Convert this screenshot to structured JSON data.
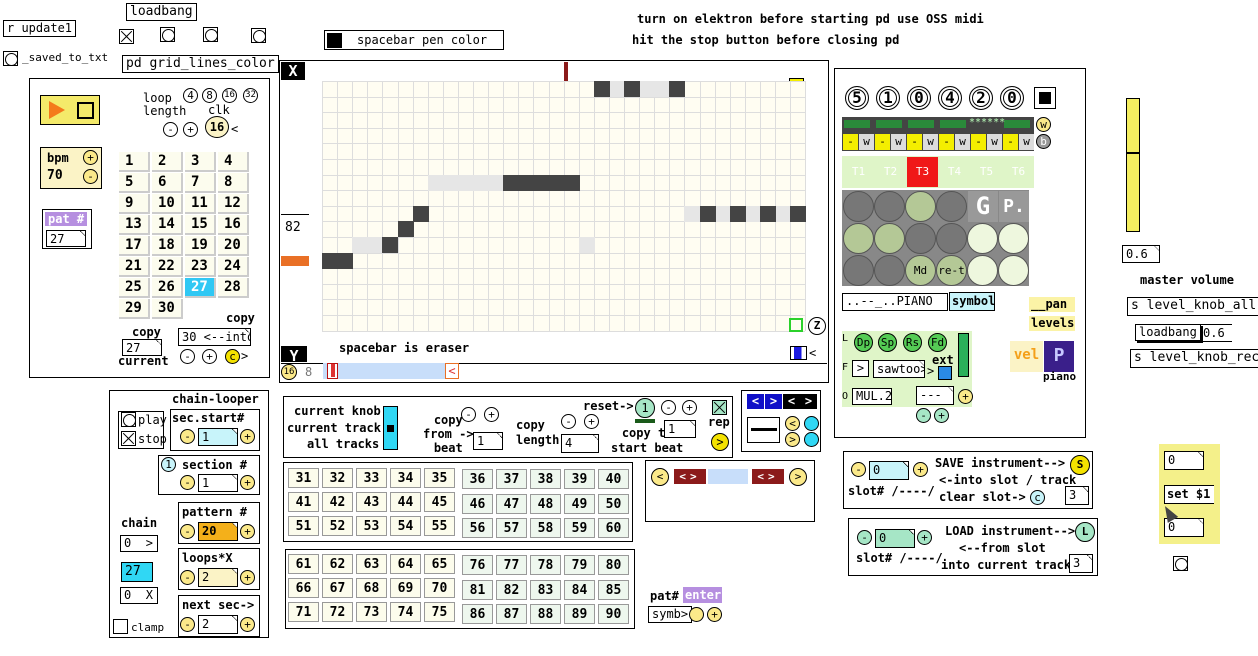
{
  "top": {
    "r_update": "r update1",
    "saved_to_txt": "_saved_to_txt",
    "loadbang": "loadbang",
    "grid_lines": "pd grid_lines_color",
    "pen_color": "spacebar pen color",
    "note1": "turn on elektron before starting pd use OSS midi",
    "note2": "hit the stop button before closing pd"
  },
  "transport": {
    "loop_length": "loop\nlength",
    "loop_opts": [
      "4",
      "8",
      "16",
      "32"
    ],
    "clk": "clk",
    "clk_val": "16",
    "clk_arrow": "<",
    "minus": "-",
    "plus": "+",
    "bpm_label": "bpm",
    "bpm": "70",
    "pat_label": "pat #",
    "pat_value": "27",
    "patterns": [
      "1",
      "2",
      "3",
      "4",
      "5",
      "6",
      "7",
      "8",
      "9",
      "10",
      "11",
      "12",
      "13",
      "14",
      "15",
      "16",
      "17",
      "18",
      "19",
      "20",
      "21",
      "22",
      "23",
      "24",
      "25",
      "26",
      "27",
      "28",
      "29",
      "30"
    ],
    "selected_pattern": "27",
    "copy": "copy",
    "copy2": "copy",
    "copy_current": "27",
    "current": "current",
    "into_val": "30 <--into",
    "c": "c",
    "c_arrow": ">"
  },
  "grid": {
    "x_label": "X",
    "y_label": "Y",
    "side_value": "82",
    "z": "Z",
    "eraser": "spacebar is eraser",
    "bottom_circle": "16",
    "bottom_num": "8",
    "bottom_arrow": "<",
    "right_arrow": "<"
  },
  "chain": {
    "title": "chain-looper",
    "play": "play",
    "stop": "stop",
    "sec_start": "sec.start#",
    "sec_start_val": "1",
    "section": "section #",
    "section_val": "1",
    "chain": "chain",
    "chain_val": "0",
    "chain_arrow": ">",
    "pattern_label": "pattern #",
    "pattern_val": "20",
    "chain_pattern": "27",
    "loops": "loops*X",
    "loops_val": "2",
    "x_val": "0",
    "x_label": "X",
    "next_sec": "next sec->",
    "next_val": "2",
    "clamp": "clamp"
  },
  "knob_panel": {
    "current_knob": "current knob",
    "current_track": "current track",
    "all_tracks": "all tracks",
    "copy_from": "copy\nfrom ->\nbeat",
    "copy_from_val": "1",
    "copy_length": "copy\nlength",
    "copy_length_val": "4",
    "reset": "reset->",
    "reset_val": "1",
    "copy_to": "copy to\nstart beat",
    "copy_to_val": "1",
    "rep": "rep",
    "rep_arrow": ">"
  },
  "banks": {
    "bank1": [
      "31",
      "32",
      "33",
      "34",
      "35",
      "36",
      "37",
      "38",
      "39",
      "40",
      "41",
      "42",
      "43",
      "44",
      "45",
      "46",
      "47",
      "48",
      "49",
      "50",
      "51",
      "52",
      "53",
      "54",
      "55",
      "56",
      "57",
      "58",
      "59",
      "60"
    ],
    "bank2": [
      "61",
      "62",
      "63",
      "64",
      "65",
      "76",
      "77",
      "78",
      "79",
      "80",
      "66",
      "67",
      "68",
      "69",
      "70",
      "81",
      "82",
      "83",
      "84",
      "85",
      "71",
      "72",
      "73",
      "74",
      "75",
      "86",
      "87",
      "88",
      "89",
      "90"
    ],
    "pat_hash": "pat#",
    "enter": "enter",
    "symb": "symb>"
  },
  "nav": {
    "btns": [
      "<",
      ">",
      "<",
      ">"
    ],
    "left": "<",
    "right": ">"
  },
  "elektron": {
    "digits": [
      "5",
      "1",
      "0",
      "4",
      "2",
      "0"
    ],
    "w_labels": [
      "-",
      "w",
      "-",
      "w",
      "-",
      "w",
      "-",
      "w",
      "-",
      "w",
      "-",
      "w"
    ],
    "w": "w",
    "b": "b",
    "stars": "******",
    "tracks": [
      "T1",
      "T2",
      "T3",
      "T4",
      "T5",
      "T6"
    ],
    "active_track": "T3",
    "pads_label_md": "Md",
    "pads_label_ret": "re-t",
    "g": "G",
    "p": "P.",
    "piano_sym": "..--_..PIANO",
    "symbol": "symbol",
    "pan": "__pan",
    "levels": "levels",
    "l": "L",
    "f": "F",
    "o": "O",
    "dp": "Dp",
    "sp": "Sp",
    "rs": "Rs",
    "fd": "Fd",
    "ext": "ext",
    "sawtoo": "sawtoo>",
    "mul": "MUL.2",
    "dashes": "---",
    "vel": "vel",
    "piano": "piano",
    "p_btn": "P",
    "gt": ">"
  },
  "master": {
    "val": "0.6",
    "label": "master volume",
    "send_all": "s level_knob_all",
    "loadbang": "loadbang",
    "msg": "0.6",
    "send_rec": "s level_knob_rec"
  },
  "save": {
    "num": "0",
    "save": "SAVE instrument-->",
    "s": "S",
    "into": "<-into slot / track",
    "slot": "slot# /----/",
    "clear": "clear slot->",
    "c": "c",
    "val": "3"
  },
  "load": {
    "num": "0",
    "load": "LOAD instrument-->",
    "l": "L",
    "from": "<--from slot",
    "slot": "slot# /----/",
    "into": "into current track",
    "val": "3"
  },
  "setbox": {
    "top": "0",
    "set": "set $1",
    "bottom": "0"
  }
}
